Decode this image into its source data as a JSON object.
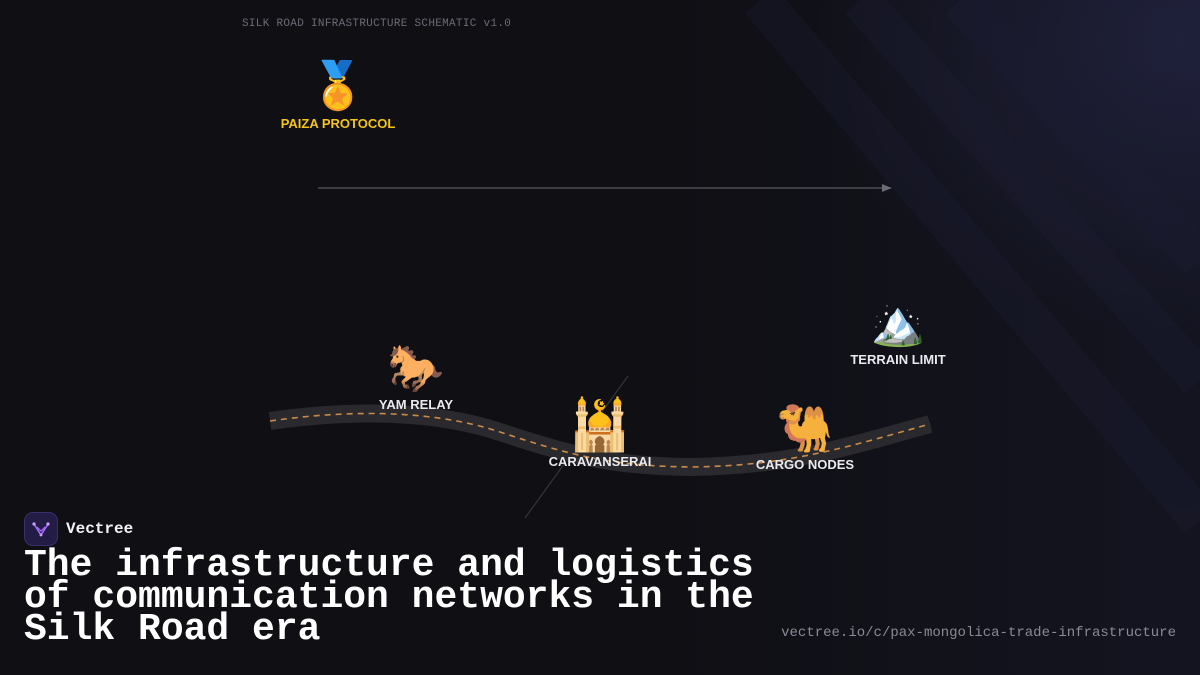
{
  "header": {
    "schematic_title": "SILK ROAD INFRASTRUCTURE SCHEMATIC v1.0"
  },
  "diagram": {
    "nodes": [
      {
        "id": "paiza",
        "icon": "medal-icon",
        "glyph": "🏅",
        "label": "PAIZA PROTOCOL",
        "color": "#f5c518"
      },
      {
        "id": "yam",
        "icon": "horse-icon",
        "glyph": "🐎",
        "label": "YAM RELAY"
      },
      {
        "id": "caravanserai",
        "icon": "mosque-icon",
        "glyph": "🕌",
        "label": "CARAVANSERAI"
      },
      {
        "id": "cargo",
        "icon": "camel-icon",
        "glyph": "🐫",
        "label": "CARGO NODES"
      },
      {
        "id": "terrain",
        "icon": "mountain-icon",
        "glyph": "🏔️",
        "label": "TERRAIN LIMIT"
      }
    ],
    "colors": {
      "road": "#2a2a2e",
      "road_dash": "#c98a4b",
      "arrow": "#6a6a72"
    }
  },
  "brand": {
    "name": "Vectree",
    "logo_icon": "vectree-logo-icon",
    "accent": "#a86bff"
  },
  "headline": "The infrastructure and logistics of communication networks in the Silk Road era",
  "url": "vectree.io/c/pax-mongolica-trade-infrastructure"
}
